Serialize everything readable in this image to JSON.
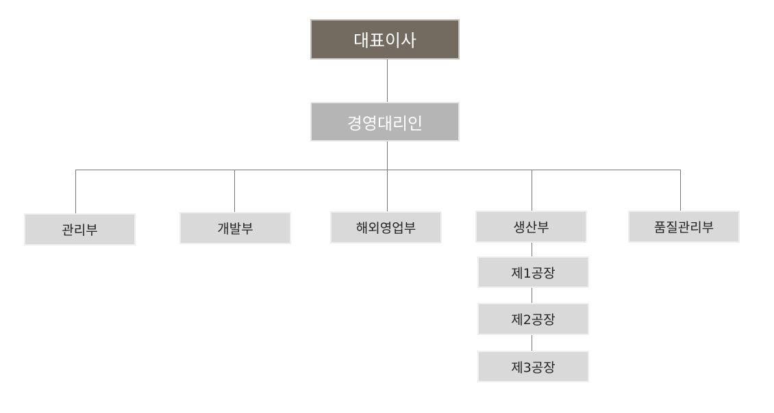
{
  "chart": {
    "ceo": "대표이사",
    "agent": "경영대리인",
    "departments": {
      "admin": "관리부",
      "development": "개발부",
      "overseas_sales": "해외영업부",
      "production": "생산부",
      "quality": "품질관리부"
    },
    "factories": [
      "제1공장",
      "제2공장",
      "제3공장"
    ]
  }
}
